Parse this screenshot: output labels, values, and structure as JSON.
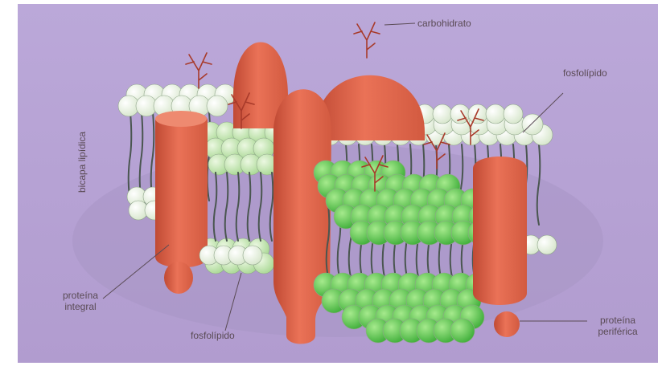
{
  "labels": {
    "carbohydrate": "carbohidrato",
    "phospholipid_top": "fosfolípido",
    "bilayer": "bicapa lipídica",
    "integral_line1": "proteína",
    "integral_line2": "integral",
    "phospholipid_bottom": "fosfolípido",
    "peripheral_line1": "proteína",
    "peripheral_line2": "periférica"
  },
  "colors": {
    "background": "#b7a3d6",
    "protein": "#e0664a",
    "protein_dark": "#b8432f",
    "head_white": "#eef4e4",
    "head_light_green": "#cdebb9",
    "head_green": "#6fcf5e",
    "tail": "#4a5650",
    "carbohydrate": "#a83a2a",
    "leader_line": "#5a4b55"
  }
}
